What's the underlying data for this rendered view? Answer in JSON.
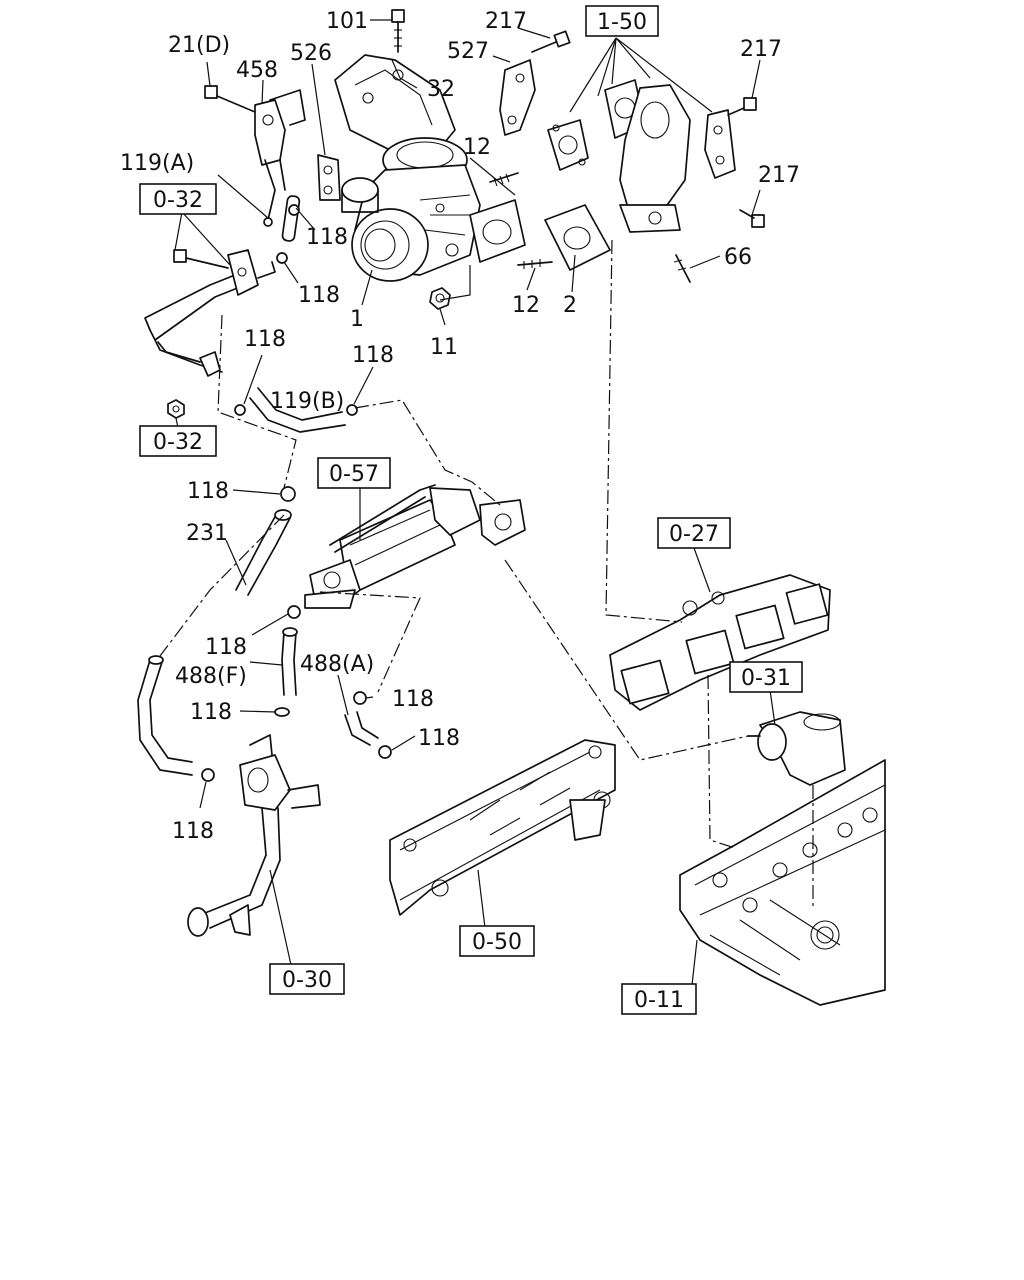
{
  "callouts": {
    "c101": "101",
    "c217a": "217",
    "c21d": "21(D)",
    "c458": "458",
    "c526": "526",
    "c527": "527",
    "c32": "32",
    "c217b": "217",
    "c217c": "217",
    "c119a": "119(A)",
    "c12a": "12",
    "c118a": "118",
    "c118b": "118",
    "c66": "66",
    "c1": "1",
    "c12b": "12",
    "c2": "2",
    "c11": "11",
    "c118c": "118",
    "c118d": "118",
    "c119b": "119(B)",
    "c118e": "118",
    "c231": "231",
    "c118f": "118",
    "c488f": "488(F)",
    "c488a": "488(A)",
    "c118g": "118",
    "c118h": "118",
    "c118i": "118",
    "c118j": "118"
  },
  "references": {
    "r150": "1-50",
    "r032a": "0-32",
    "r032b": "0-32",
    "r057": "0-57",
    "r027": "0-27",
    "r031": "0-31",
    "r050": "0-50",
    "r030": "0-30",
    "r011": "0-11"
  }
}
